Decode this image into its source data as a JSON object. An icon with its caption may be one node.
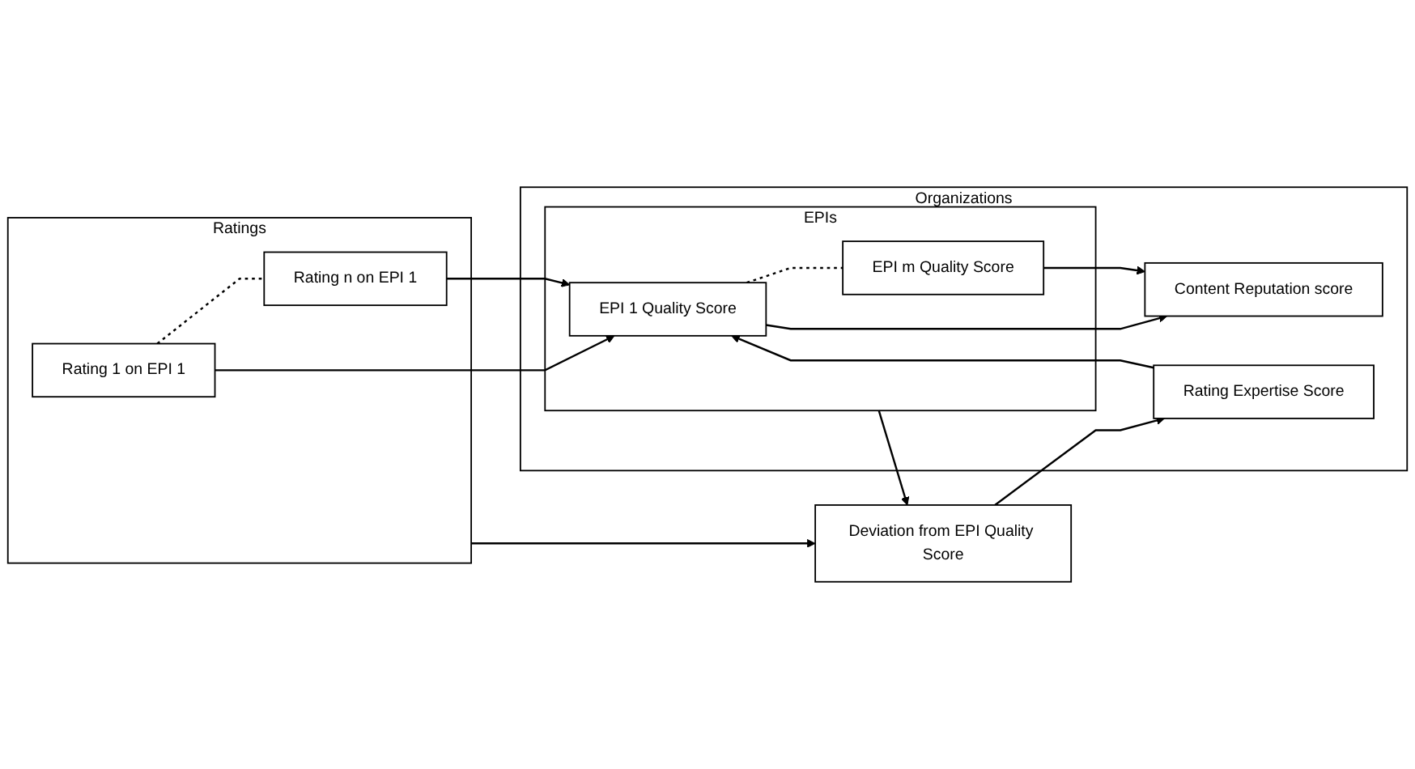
{
  "diagram": {
    "nodes": [
      {
        "text": [
          "Ratings"
        ]
      },
      {
        "text": [
          "Rating 1 on EPI 1"
        ],
        "in": 0
      },
      {
        "text": [
          "Rating n on EPI 1"
        ],
        "in": 0
      },
      {
        "text": [
          "Organizations"
        ]
      },
      {
        "text": [
          "EPIs"
        ],
        "in": 3
      },
      {
        "text": [
          "EPI 1 Quality Score"
        ],
        "in": 4
      },
      {
        "text": [
          "EPI m Quality Score"
        ],
        "in": 4
      },
      {
        "text": [
          "Content Reputation score"
        ],
        "in": 3
      },
      {
        "text": [
          "Rating Expertise Score"
        ],
        "in": 3
      },
      {
        "text": [
          "Deviation from EPI Quality Score"
        ]
      }
    ],
    "edges": [
      {
        "from": 1,
        "to": 2,
        "arrow": "none",
        "style": "dashed"
      },
      {
        "from": 1,
        "to": 5,
        "arrow": "to"
      },
      {
        "from": 2,
        "to": 5,
        "arrow": "to"
      },
      {
        "from": 5,
        "to": 6,
        "arrow": "none",
        "style": "dashed"
      },
      {
        "from": 5,
        "to": 7,
        "arrow": "to"
      },
      {
        "from": 6,
        "to": 7,
        "arrow": "to"
      },
      {
        "from": 8,
        "to": 5,
        "arrow": "to"
      },
      {
        "from": 4,
        "to": 9,
        "arrow": "to"
      },
      {
        "from": 0,
        "to": 9,
        "arrow": "to"
      },
      {
        "from": 9,
        "to": 8,
        "arrow": "to"
      }
    ]
  }
}
